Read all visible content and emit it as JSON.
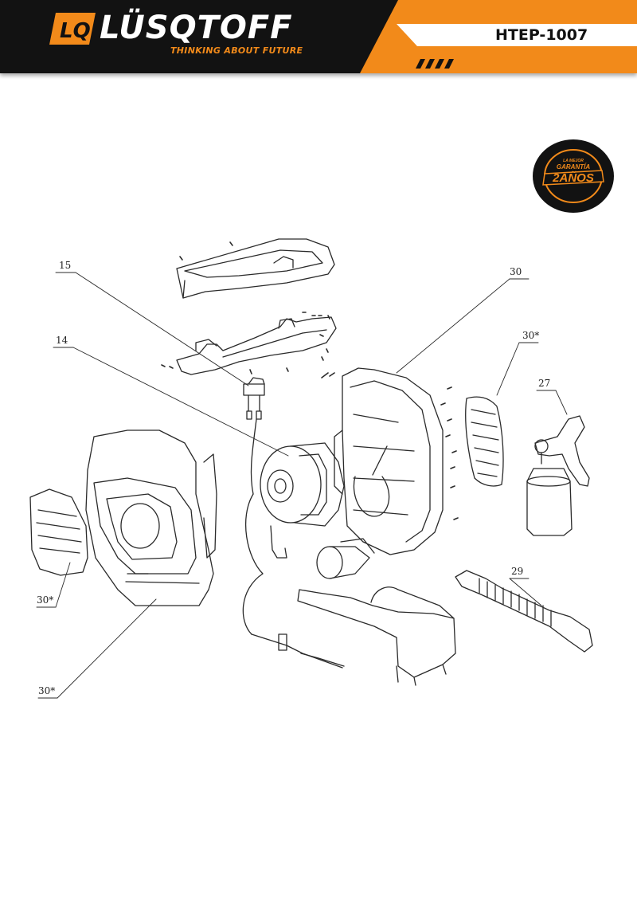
{
  "header": {
    "brand_initials": "LQ",
    "brand_name": "LÜSQTOFF",
    "tagline": "THINKING ABOUT FUTURE",
    "model": "HTEP-1007",
    "colors": {
      "bar": "#121212",
      "accent": "#f28a1a",
      "model_box": "#ffffff"
    }
  },
  "warranty_badge": {
    "line1": "LA MEJOR",
    "line2": "GARANTÍA",
    "line3": "2AÑOS",
    "colors": {
      "ring": "#121212",
      "accent": "#f28a1a"
    }
  },
  "callouts": [
    {
      "id": "15",
      "text": "15"
    },
    {
      "id": "14",
      "text": "14"
    },
    {
      "id": "30",
      "text": "30"
    },
    {
      "id": "30s-right",
      "text": "30*"
    },
    {
      "id": "27",
      "text": "27"
    },
    {
      "id": "29",
      "text": "29"
    },
    {
      "id": "30s-left",
      "text": "30*"
    },
    {
      "id": "30s-bottom",
      "text": "30*"
    }
  ],
  "parts_icons": [
    "top-cover-icon",
    "handle-bracket-icon",
    "switch-icon",
    "motor-icon",
    "housing-icon",
    "vent-grille-icon",
    "spray-gun-icon",
    "paint-cup-icon",
    "hose-icon",
    "power-cord-icon",
    "base-stand-icon",
    "screw-icon"
  ]
}
